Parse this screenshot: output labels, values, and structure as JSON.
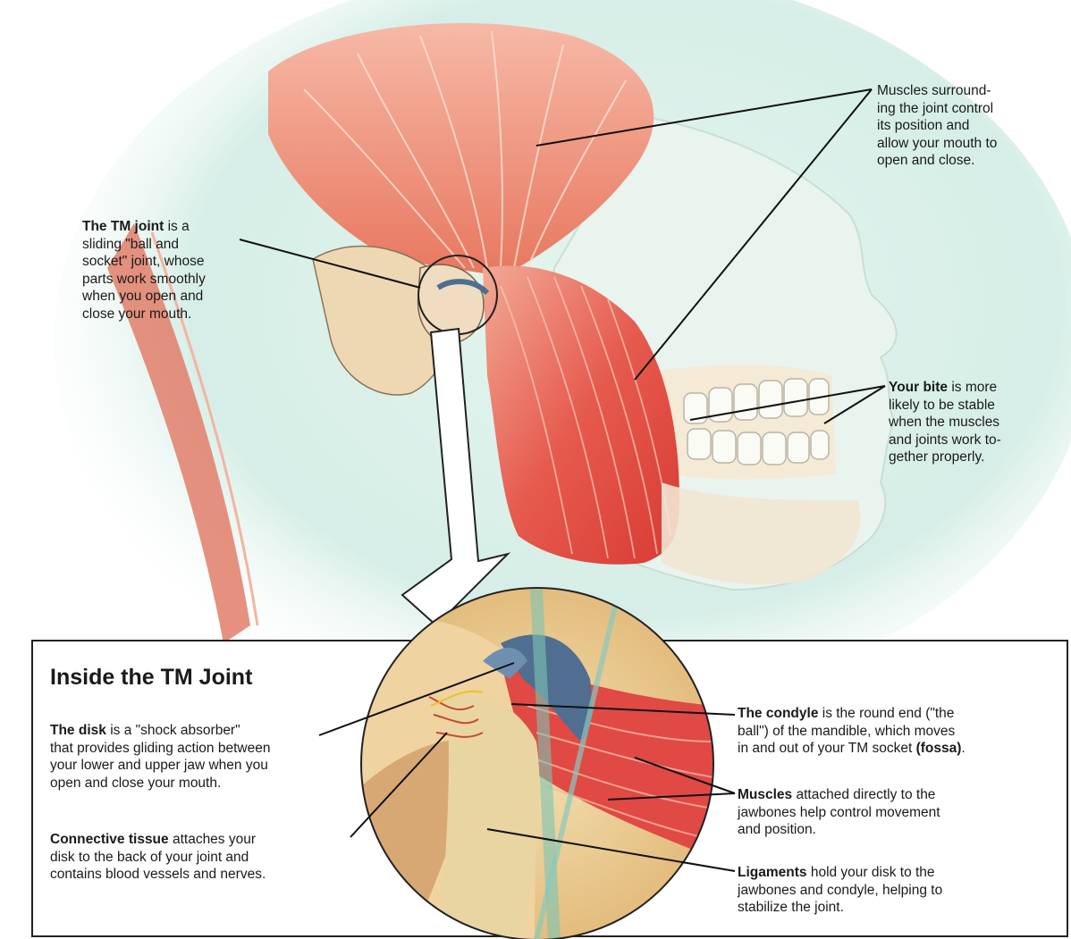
{
  "labels": {
    "muscles_surround": {
      "bold": "",
      "text": "Muscles surround-\ning the joint control\nits position and\nallow your mouth to\nopen and close."
    },
    "tm_joint": {
      "bold": "The TM joint",
      "text": " is a\nsliding \"ball and\nsocket\" joint, whose\nparts work smoothly\nwhen you open and\nclose your mouth."
    },
    "bite": {
      "bold": "Your bite",
      "text": " is more\nlikely to be stable\nwhen the muscles\nand joints work to-\ngether properly."
    }
  },
  "inset": {
    "title": "Inside the TM Joint",
    "disk": {
      "bold": "The disk",
      "text": " is a \"shock absorber\"\nthat provides gliding action between\nyour lower and upper jaw when you\nopen and close your mouth."
    },
    "connective": {
      "bold": "Connective tissue",
      "text": " attaches your\ndisk to the back of your joint and\ncontains blood vessels and nerves."
    },
    "condyle": {
      "bold": "The condyle",
      "text": " is the round end (\"the\nball\") of the mandible, which moves\nin and out of your TM socket ",
      "bold2": "(fossa)",
      "tail": "."
    },
    "muscles_attached": {
      "bold": "Muscles",
      "text": " attached directly to the\njawbones help control movement\nand position."
    },
    "ligaments": {
      "bold": "Ligaments",
      "text": " hold your disk to the\njawbones and condyle, helping to\nstabilize the joint."
    }
  },
  "colors": {
    "muscle": "#e24a44",
    "skin": "#f3d2b4",
    "bone": "#f3e4cb",
    "disk": "#5b7896",
    "glow": "#d8efe8"
  }
}
